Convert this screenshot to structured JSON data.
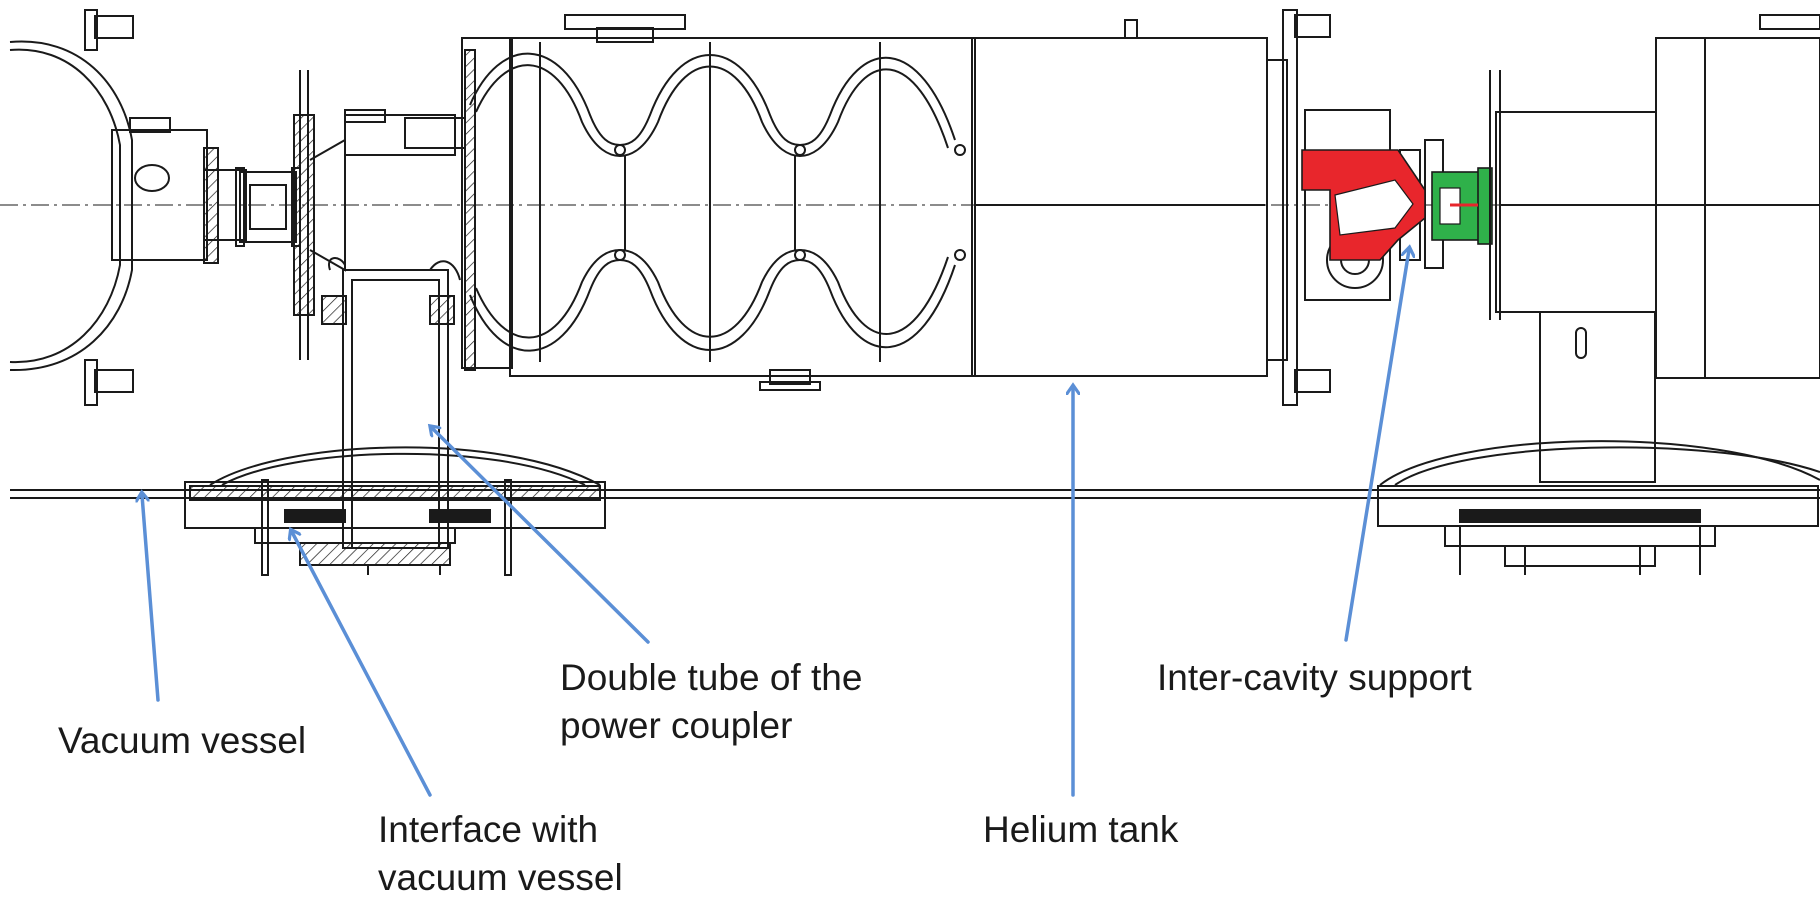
{
  "labels": {
    "vacuum_vessel": "Vacuum vessel",
    "interface": [
      "Interface with",
      "vacuum vessel"
    ],
    "double_tube": [
      "Double tube of the",
      "power coupler"
    ],
    "helium_tank": "Helium tank",
    "inter_cavity_support": "Inter-cavity support"
  },
  "colors": {
    "line": "#1a1a1a",
    "arrow": "#5b8fd6",
    "support_red": "#e8262c",
    "support_green": "#2fb14a"
  }
}
